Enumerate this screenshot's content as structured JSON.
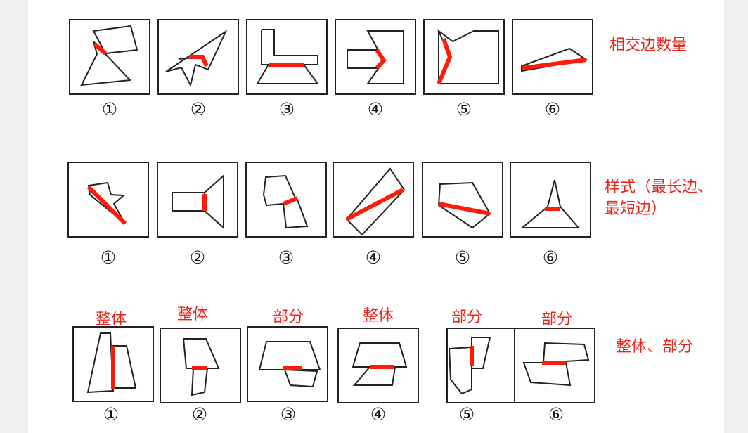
{
  "rows": [
    {
      "label": "相交边数量",
      "numbers": [
        "①",
        "②",
        "③",
        "④",
        "⑤",
        "⑥"
      ],
      "sublabels": []
    },
    {
      "label": "样式（最长边、\n最短边）",
      "label_line1": "样式（最长边、",
      "label_line2": "最短边）",
      "numbers": [
        "①",
        "②",
        "③",
        "④",
        "⑤",
        "⑥"
      ],
      "sublabels": []
    },
    {
      "label": "整体、部分",
      "numbers": [
        "①",
        "②",
        "③",
        "④",
        "⑤",
        "⑥"
      ],
      "sublabels": [
        "整体",
        "整体",
        "部分",
        "整体",
        "部分",
        "部分"
      ]
    }
  ],
  "colors": {
    "highlight": "#ff1a0a",
    "label": "#e8261c",
    "stroke": "#222222"
  }
}
